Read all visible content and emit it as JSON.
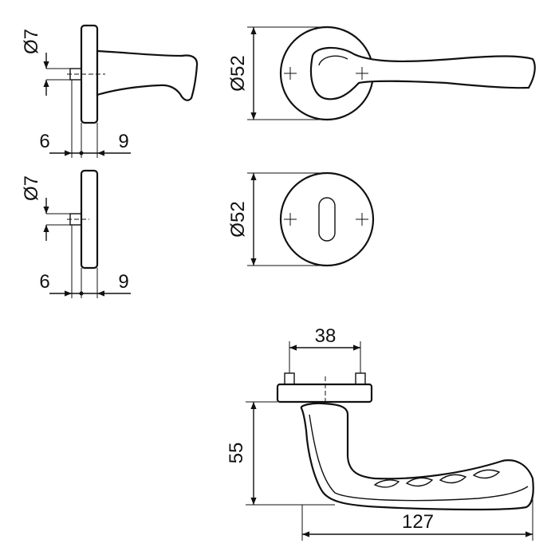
{
  "dimensions": {
    "side_top_pin_diameter": "Ø7",
    "side_top_left": "6",
    "side_top_right": "9",
    "side_bottom_pin_diameter": "Ø7",
    "side_bottom_left": "6",
    "side_bottom_right": "9",
    "rose_diameter": "Ø52",
    "escutcheon_diameter": "Ø52",
    "screw_spacing": "38",
    "lever_height": "55",
    "lever_length": "127"
  },
  "colors": {
    "line": "#111111",
    "background": "#ffffff"
  }
}
